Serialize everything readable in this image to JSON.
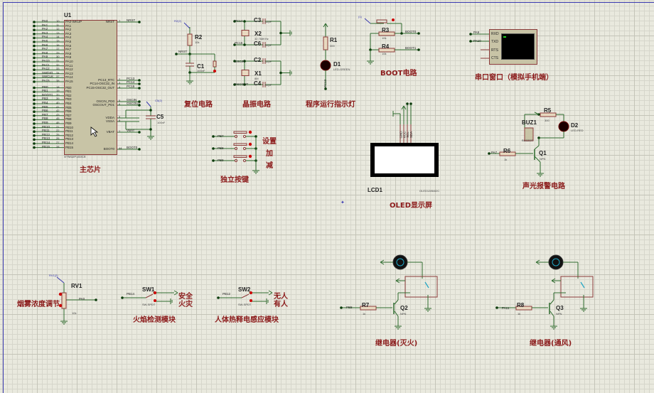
{
  "schematic": {
    "mcu": {
      "ref": "U1",
      "part": "STM32F103C8",
      "left_pins": [
        {
          "net": "PA0",
          "num": "10",
          "name": "PA0-WKUP"
        },
        {
          "net": "PA1",
          "num": "11",
          "name": "PA1"
        },
        {
          "net": "PA2",
          "num": "12",
          "name": "PA2"
        },
        {
          "net": "PA3",
          "num": "13",
          "name": "PA3"
        },
        {
          "net": "PA4",
          "num": "14",
          "name": "PA4"
        },
        {
          "net": "PA5",
          "num": "15",
          "name": "PA5"
        },
        {
          "net": "PA6",
          "num": "16",
          "name": "PA6"
        },
        {
          "net": "PA7",
          "num": "17",
          "name": "PA7"
        },
        {
          "net": "PA8",
          "num": "29",
          "name": "PA8"
        },
        {
          "net": "PA9",
          "num": "30",
          "name": "PA9"
        },
        {
          "net": "PA10",
          "num": "31",
          "name": "PA10"
        },
        {
          "net": "PA11",
          "num": "32",
          "name": "PA11"
        },
        {
          "net": "PA12",
          "num": "33",
          "name": "PA12"
        },
        {
          "net": "SWDIO",
          "num": "34",
          "name": "PA13"
        },
        {
          "net": "SWCLK",
          "num": "37",
          "name": "PA14"
        },
        {
          "net": "PA15",
          "num": "38",
          "name": "PA15"
        },
        {
          "net": "PB0",
          "num": "18",
          "name": "PB0"
        },
        {
          "net": "PB1",
          "num": "19",
          "name": "PB1"
        },
        {
          "net": "BOOT1",
          "num": "20",
          "name": "PB2"
        },
        {
          "net": "PB3",
          "num": "39",
          "name": "PB3"
        },
        {
          "net": "PB4",
          "num": "40",
          "name": "PB4"
        },
        {
          "net": "PB5",
          "num": "41",
          "name": "PB5"
        },
        {
          "net": "PB6",
          "num": "42",
          "name": "PB6"
        },
        {
          "net": "PB7",
          "num": "43",
          "name": "PB7"
        },
        {
          "net": "PB8",
          "num": "45",
          "name": "PB8"
        },
        {
          "net": "PB9",
          "num": "46",
          "name": "PB9"
        },
        {
          "net": "PB10",
          "num": "21",
          "name": "PB10"
        },
        {
          "net": "PB11",
          "num": "22",
          "name": "PB11"
        },
        {
          "net": "PB12",
          "num": "25",
          "name": "PB12"
        },
        {
          "net": "PB13",
          "num": "26",
          "name": "PB13"
        },
        {
          "net": "PB14",
          "num": "27",
          "name": "PB14"
        },
        {
          "net": "PB15",
          "num": "28",
          "name": "PB15"
        }
      ],
      "right_pins": [
        {
          "name": "NRST",
          "num": "7",
          "net": "NRST"
        },
        {
          "name": "PC13_RTC",
          "num": "2",
          "net": "PC13"
        },
        {
          "name": "PC14-OSC32_IN",
          "num": "3",
          "net": "PC14"
        },
        {
          "name": "PC15-OSC32_OUT",
          "num": "4",
          "net": "PC15"
        },
        {
          "name": "OSCIN_PD0",
          "num": "5",
          "net": "OSCIN"
        },
        {
          "name": "OSCOUT_PD1",
          "num": "6",
          "net": "OSCOUT"
        },
        {
          "name": "VDDA",
          "num": "9",
          "net": ""
        },
        {
          "name": "VSSA",
          "num": "8",
          "net": ""
        },
        {
          "name": "VBAT",
          "num": "1",
          "net": "VBAT"
        },
        {
          "name": "BOOT0",
          "num": "44",
          "net": "BOOT0"
        }
      ],
      "caption": "主芯片"
    },
    "c5": {
      "ref": "C5",
      "value": "100nF",
      "probe": "C5(2)"
    },
    "reset": {
      "ref_r": "R2",
      "val_r": "10k",
      "ref_c": "C1",
      "val_c": "100nF",
      "net": "NRST",
      "probe": "R2(2)",
      "caption": "复位电路"
    },
    "crystal": {
      "c3": "C3",
      "c3v": "12pF",
      "c6": "C6",
      "c6v": "12pF",
      "x2": "X2",
      "x2v": "32.768KHz",
      "c2": "C2",
      "c2v": "12pF",
      "c4": "C4",
      "c4v": "12pF",
      "x1": "X1",
      "x1v": "8M",
      "n1": "PC14",
      "n2": "PC15",
      "n3": "OSCIN",
      "n4": "OSCOUT",
      "caption": "晶振电路"
    },
    "led_run": {
      "ref_r": "R1",
      "val_r": "300",
      "ref_d": "D1",
      "val_d": "LED-GREEN",
      "net": "PC13",
      "caption": "程序运行指示灯"
    },
    "boot": {
      "r3": "R3",
      "r3v": "10k",
      "r4": "R4",
      "r4v": "10k",
      "n0": "BOOT0",
      "n1": "BOOT1",
      "probe": "(1)",
      "caption": "BOOT电路"
    },
    "serial": {
      "pins": [
        "RXD",
        "TXD",
        "RTS",
        "CTS"
      ],
      "nets": [
        "PA9",
        "PA10"
      ],
      "caption": "串口窗口（模拟手机端）"
    },
    "alarm": {
      "r5": "R5",
      "r5v": "300",
      "d2": "D2",
      "d2v": "LED-RED",
      "buz": "BUZ1",
      "buzv": "BUZZER",
      "r6": "R6",
      "r6v": "1k",
      "q1": "Q1",
      "q1v": "NPN",
      "net": "PA7",
      "caption": "声光报警电路"
    },
    "oled": {
      "ref": "LCD1",
      "part": "OLED12864I2C",
      "pins": [
        "GND",
        "VCC",
        "SCL",
        "SDA"
      ],
      "nets": [
        "PB6",
        "PB7"
      ],
      "caption": "OLED显示屏"
    },
    "keys": {
      "nets": [
        "PB7",
        "PB8",
        "PB9"
      ],
      "labels": [
        "设置",
        "加",
        "减"
      ],
      "caption": "独立按键"
    },
    "smoke": {
      "ref": "RV1",
      "value": "10k",
      "net": "PA0",
      "probe": "RV1(2)",
      "caption": "烟雾浓度调节"
    },
    "flame": {
      "ref": "SW1",
      "part": "SW-SPDT",
      "net": "PB14",
      "states": [
        "安全",
        "火灾"
      ],
      "caption": "火焰检测模块"
    },
    "pir": {
      "ref": "SW2",
      "part": "SW-SPDT",
      "net": "PB12",
      "states": [
        "无人",
        "有人"
      ],
      "caption": "人体热释电感应模块"
    },
    "relay1": {
      "r": "R7",
      "rv": "1k",
      "q": "Q2",
      "qv": "NPN",
      "net": "PB8",
      "caption": "继电器(灭火)"
    },
    "relay2": {
      "r": "R8",
      "rv": "1k",
      "q": "Q3",
      "qv": "NPN",
      "net": "PA11",
      "caption": "继电器(通风)"
    }
  }
}
